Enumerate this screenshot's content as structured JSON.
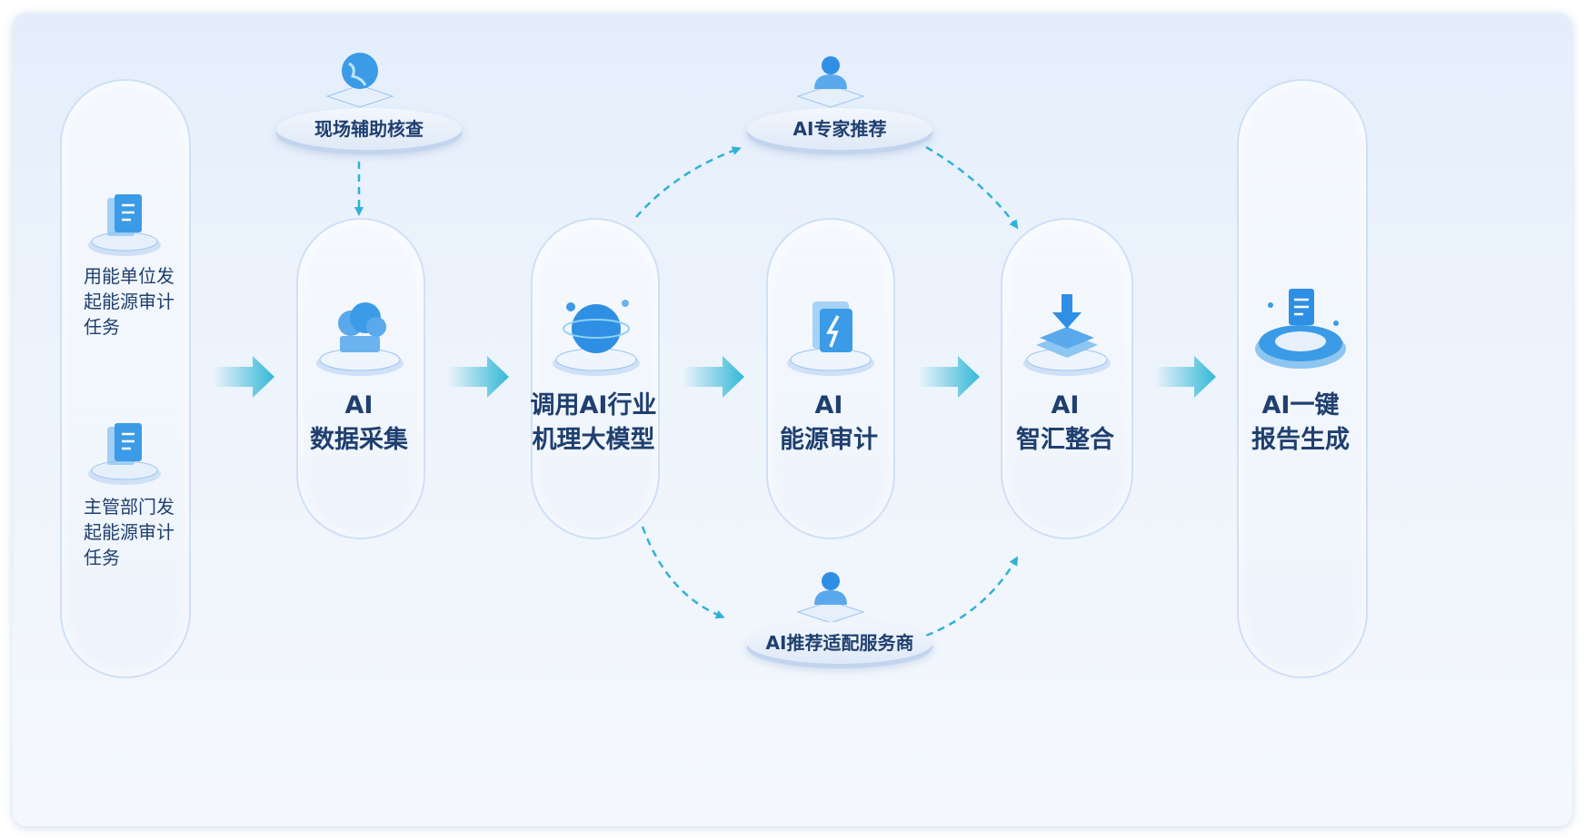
{
  "sources": {
    "item1": [
      "用能单位发",
      "起能源审计",
      "任务"
    ],
    "item2": [
      "主管部门发",
      "起能源审计",
      "任务"
    ]
  },
  "steps": [
    {
      "line1": "AI",
      "line2": "数据采集"
    },
    {
      "line1": "调用AI行业",
      "line2": "机理大模型"
    },
    {
      "line1": "AI",
      "line2": "能源审计"
    },
    {
      "line1": "AI",
      "line2": "智汇整合"
    },
    {
      "line1": "AI一键",
      "line2": "报告生成"
    }
  ],
  "tags": {
    "site_check": "现场辅助核查",
    "expert": "AI专家推荐",
    "provider": "AI推荐适配服务商"
  },
  "colors": {
    "accent": "#2a9fe0",
    "arrow": "#34b8d8",
    "text": "#1f3f6f"
  }
}
